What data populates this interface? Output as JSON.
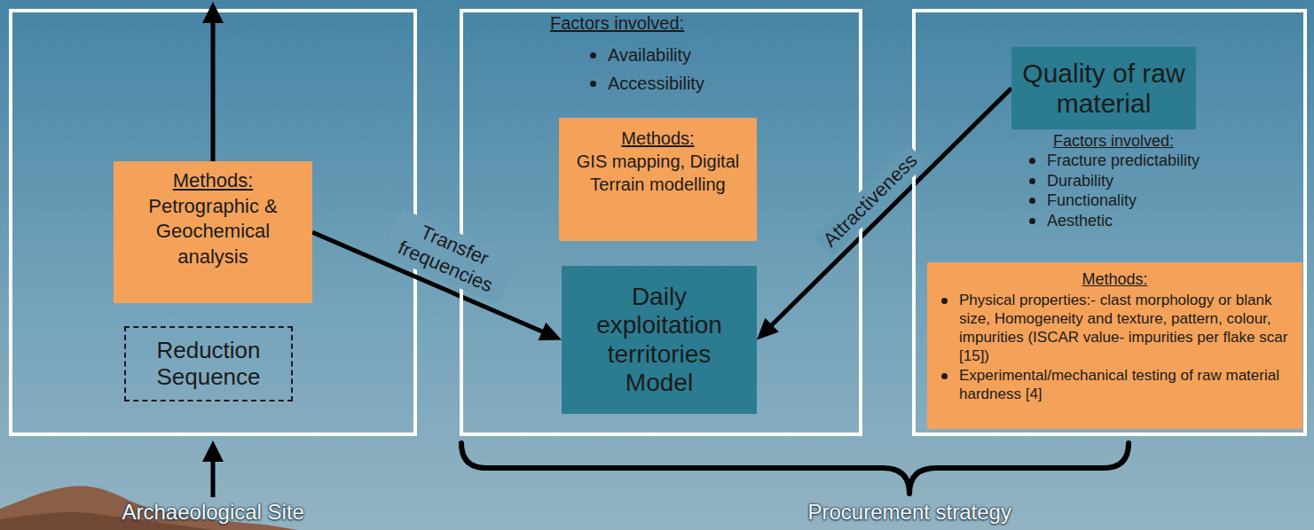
{
  "diagram": {
    "nodes": [
      {
        "text": [
          "Methods:",
          "Petrographic & Geochemical analysis"
        ]
      },
      {
        "text": [
          "Reduction Sequence"
        ]
      },
      {
        "text": [
          "Factors involved:",
          "Availability",
          "Accessibility"
        ]
      },
      {
        "text": [
          "Methods:",
          "GIS mapping, Digital Terrain modelling"
        ],
        "in": 2
      },
      {
        "text": [
          "Daily exploitation territories Model"
        ],
        "in": 2
      },
      {
        "text": [
          "Factors involved:",
          "Fracture predictability",
          "Durability",
          "Functionality",
          "Aesthetic"
        ]
      },
      {
        "text": [
          "Quality of raw material"
        ],
        "in": 5
      },
      {
        "text": [
          "Methods:",
          "Physical properties:- clast morphology or blank size, Homogeneity and texture, pattern, colour, impurities (ISCAR value- impurities per flake scar [15])",
          "Experimental/mechanical testing of raw material hardness [4]"
        ],
        "in": 5
      }
    ],
    "edges": [
      {
        "from": 0,
        "to": 4,
        "label": "Transfer frequencies",
        "arrow": "to"
      },
      {
        "from": 6,
        "to": 4,
        "label": "Attractiveness",
        "arrow": "to"
      }
    ],
    "labels": [
      "Archaeological Site",
      "Procurement strategy"
    ]
  }
}
